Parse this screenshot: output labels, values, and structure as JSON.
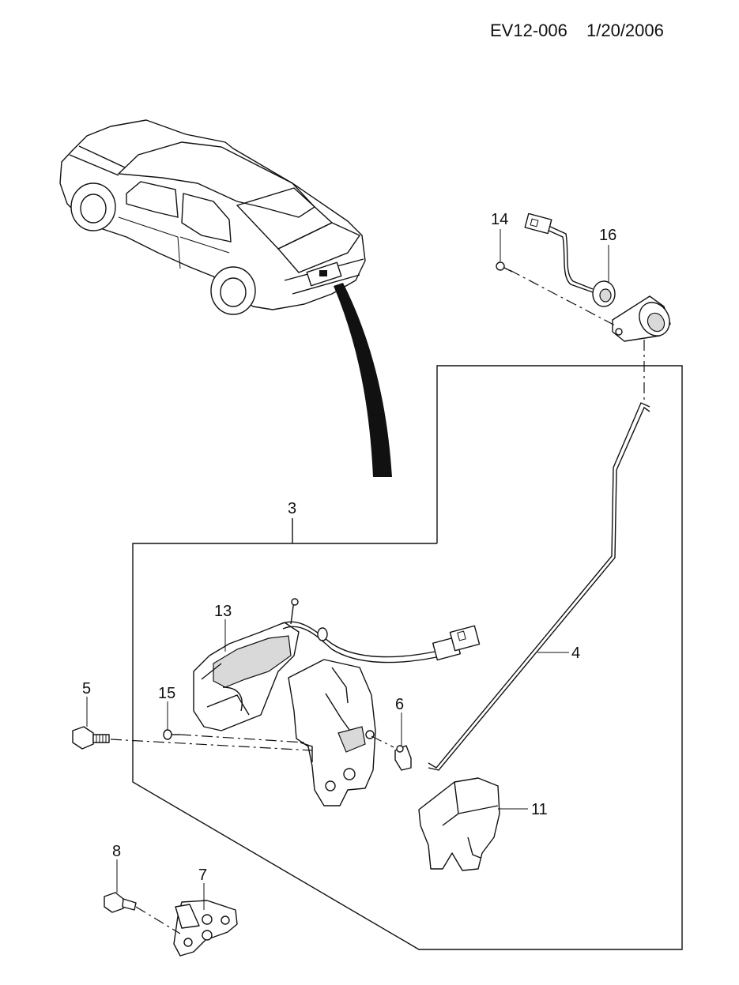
{
  "header": {
    "doc_code": "EV12-006",
    "date": "1/20/2006"
  },
  "callouts": {
    "c3": "3",
    "c4": "4",
    "c5": "5",
    "c6": "6",
    "c7": "7",
    "c8": "8",
    "c11": "11",
    "c13": "13",
    "c14": "14",
    "c15": "15",
    "c16": "16"
  }
}
